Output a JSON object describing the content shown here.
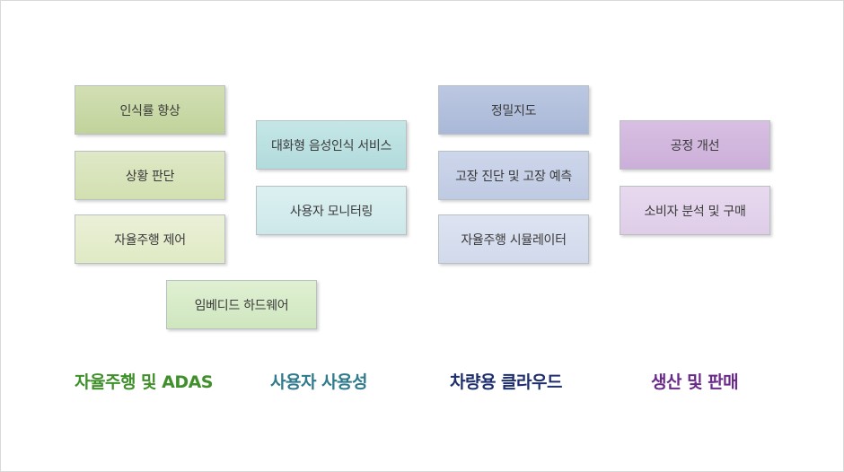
{
  "columns": [
    {
      "title": "자율주행 및 ADAS",
      "color": "#3f8f2a",
      "items": [
        "인식률 향상",
        "상황 판단",
        "자율주행 제어",
        "임베디드 하드웨어"
      ]
    },
    {
      "title": "사용자 사용성",
      "color": "#2f7a8c",
      "items": [
        "대화형 음성인식 서비스",
        "사용자 모니터링"
      ]
    },
    {
      "title": "차량용 클라우드",
      "color": "#1f2f6e",
      "items": [
        "정밀지도",
        "고장 진단 및 고장 예측",
        "자율주행 시뮬레이터"
      ]
    },
    {
      "title": "생산 및 판매",
      "color": "#6a2a8a",
      "items": [
        "공정 개선",
        "소비자 분석 및 구매"
      ]
    }
  ]
}
